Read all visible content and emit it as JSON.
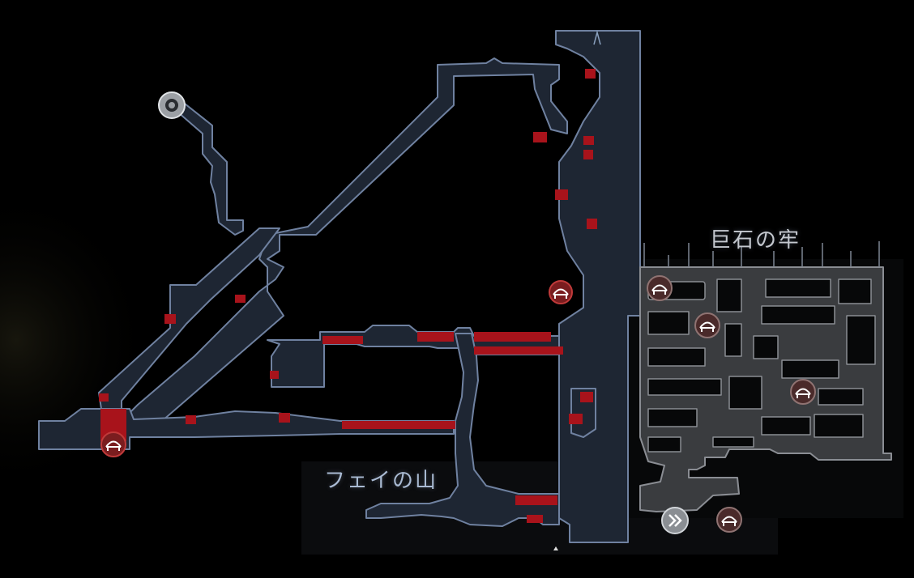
{
  "regions": [
    {
      "id": "fay-mountain",
      "name": "フェイの山"
    },
    {
      "id": "prison",
      "name": "巨石の牢"
    }
  ],
  "colors": {
    "background": "#000000",
    "fog": "#0b0c0e",
    "corridor_fill": "#1e2633",
    "corridor_outline": "#6f81a0",
    "prison_fill": "#3a3c3f",
    "prison_outline": "#8a8d93",
    "unexplored_marker": "#a8131b",
    "bench_icon_bg": "#4a2a2a",
    "bench_icon_fg": "#ffffff",
    "warp_icon": "#bfc4c9"
  },
  "markers": {
    "bench_count": 6,
    "icon_names": [
      "bench-icon",
      "warp-gate-icon",
      "map-pin-ring-icon",
      "compass-arrow-icon"
    ]
  }
}
